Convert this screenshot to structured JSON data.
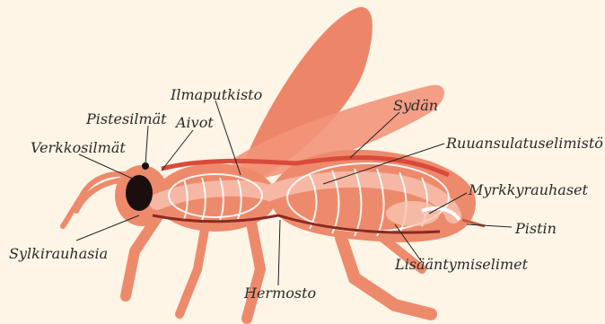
{
  "labels": {
    "ilmaputkisto": "Ilmaputkisto",
    "pistesilmat": "Pistesilmät",
    "aivot": "Aivot",
    "verkkosilmat": "Verkkosilmät",
    "sydan": "Sydän",
    "ruuansulatuselimisto": "Ruuansulatuselimistö",
    "myrkkyrauhaset": "Myrkkyrauhaset",
    "pistin": "Pistin",
    "sylkirauhasia": "Sylkirauhasia",
    "hermosto": "Hermosto",
    "lisaantymiselimet": "Lisääntymiselimet"
  },
  "colors": {
    "background": "#fef5e6",
    "body": "#ee8a6c",
    "wing": "#ec7c5e",
    "heart": "#d94a3a",
    "trachea": "#ffffff",
    "nerve": "#8a2a20",
    "eye": "#1a0f0e",
    "label_text": "#2a2a2a"
  }
}
